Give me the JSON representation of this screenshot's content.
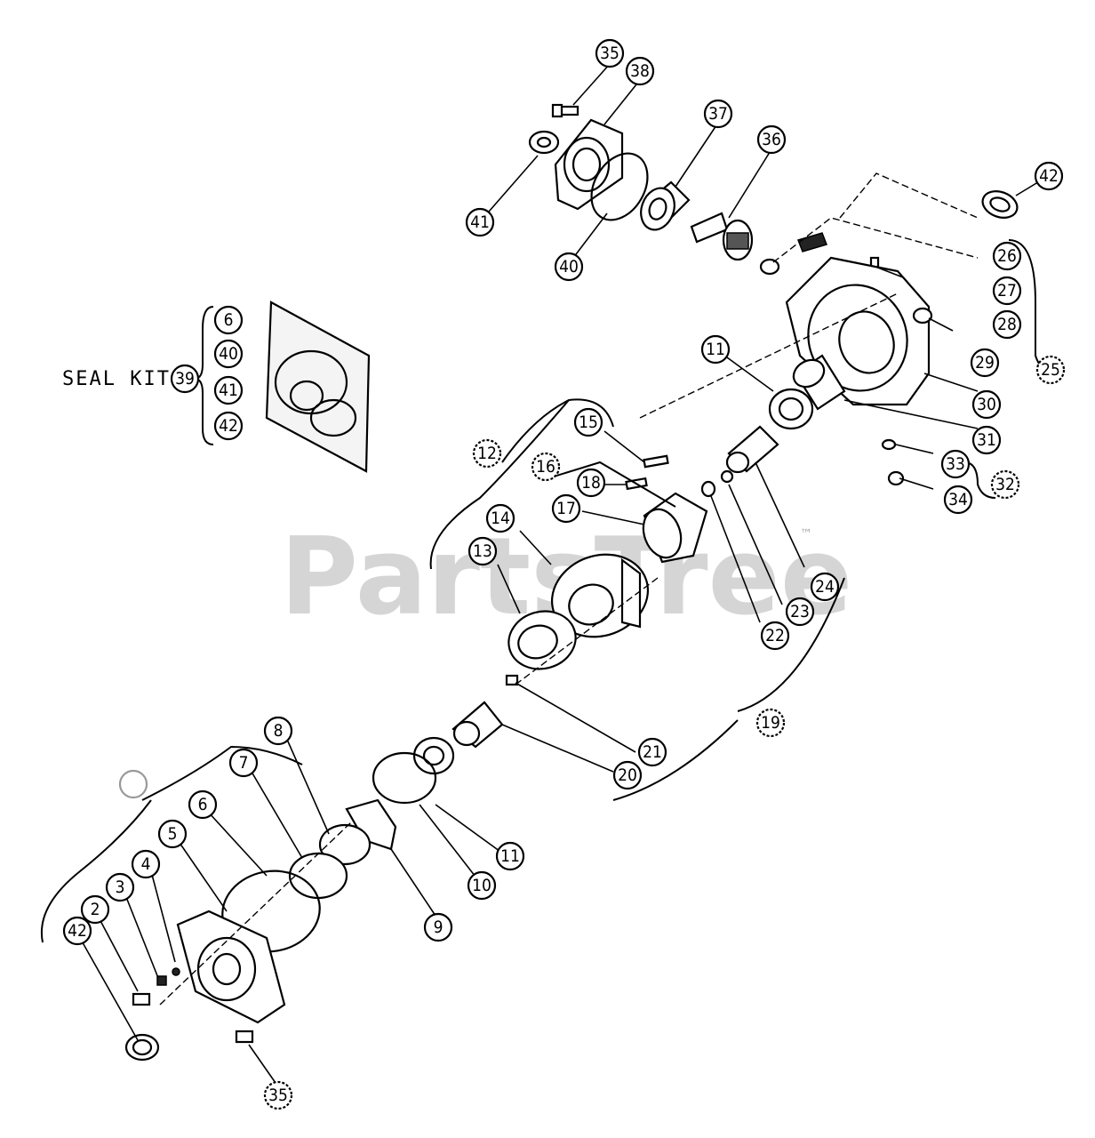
{
  "watermark": {
    "brand": "PartsTree",
    "tm": "™"
  },
  "seal_kit": {
    "label": "SEAL KIT",
    "number": "39",
    "members": [
      "6",
      "40",
      "41",
      "42"
    ]
  },
  "callouts": [
    {
      "id": "c35a",
      "label": "35"
    },
    {
      "id": "c38",
      "label": "38"
    },
    {
      "id": "c37",
      "label": "37"
    },
    {
      "id": "c36",
      "label": "36"
    },
    {
      "id": "c42a",
      "label": "42"
    },
    {
      "id": "c41",
      "label": "41"
    },
    {
      "id": "c40",
      "label": "40"
    },
    {
      "id": "c26",
      "label": "26"
    },
    {
      "id": "c27",
      "label": "27"
    },
    {
      "id": "c28",
      "label": "28"
    },
    {
      "id": "c29",
      "label": "29"
    },
    {
      "id": "c25",
      "label": "25"
    },
    {
      "id": "c30",
      "label": "30"
    },
    {
      "id": "c31",
      "label": "31"
    },
    {
      "id": "c11a",
      "label": "11"
    },
    {
      "id": "c33",
      "label": "33"
    },
    {
      "id": "c32",
      "label": "32"
    },
    {
      "id": "c34",
      "label": "34"
    },
    {
      "id": "c15",
      "label": "15"
    },
    {
      "id": "c12",
      "label": "12"
    },
    {
      "id": "c16",
      "label": "16"
    },
    {
      "id": "c18",
      "label": "18"
    },
    {
      "id": "c17",
      "label": "17"
    },
    {
      "id": "c14",
      "label": "14"
    },
    {
      "id": "c13",
      "label": "13"
    },
    {
      "id": "c24",
      "label": "24"
    },
    {
      "id": "c23",
      "label": "23"
    },
    {
      "id": "c22",
      "label": "22"
    },
    {
      "id": "c21",
      "label": "21"
    },
    {
      "id": "c19",
      "label": "19"
    },
    {
      "id": "c20",
      "label": "20"
    },
    {
      "id": "c8",
      "label": "8"
    },
    {
      "id": "c7",
      "label": "7"
    },
    {
      "id": "c6",
      "label": "6"
    },
    {
      "id": "c5",
      "label": "5"
    },
    {
      "id": "c4",
      "label": "4"
    },
    {
      "id": "c3",
      "label": "3"
    },
    {
      "id": "c2",
      "label": "2"
    },
    {
      "id": "c42b",
      "label": "42"
    },
    {
      "id": "c11b",
      "label": "11"
    },
    {
      "id": "c10",
      "label": "10"
    },
    {
      "id": "c9",
      "label": "9"
    },
    {
      "id": "c35b",
      "label": "35"
    },
    {
      "id": "c1",
      "label": ""
    }
  ]
}
